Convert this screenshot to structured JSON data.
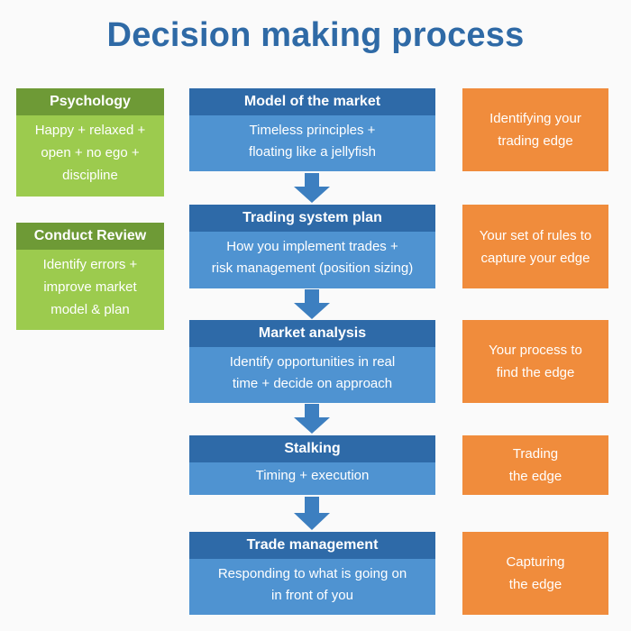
{
  "title": "Decision making process",
  "left": [
    {
      "heading": "Psychology",
      "lines": [
        "Happy + relaxed +",
        "open + no ego +",
        "discipline"
      ]
    },
    {
      "heading": "Conduct Review",
      "lines": [
        "Identify errors +",
        "improve market",
        "model & plan"
      ]
    }
  ],
  "steps": [
    {
      "heading": "Model of the market",
      "lines": [
        "Timeless principles +",
        "floating like a jellyfish"
      ]
    },
    {
      "heading": "Trading system plan",
      "lines": [
        "How you implement trades +",
        "risk management (position sizing)"
      ]
    },
    {
      "heading": "Market analysis",
      "lines": [
        "Identify opportunities in real",
        "time + decide on approach"
      ]
    },
    {
      "heading": "Stalking",
      "lines": [
        "Timing + execution"
      ]
    },
    {
      "heading": "Trade management",
      "lines": [
        "Responding to what is going on",
        "in front of you"
      ]
    }
  ],
  "right": [
    {
      "lines": [
        "Identifying your",
        "trading edge"
      ]
    },
    {
      "lines": [
        "Your set of rules to",
        "capture your edge"
      ]
    },
    {
      "lines": [
        "Your process to",
        "find the edge"
      ]
    },
    {
      "lines": [
        "Trading",
        "the edge"
      ]
    },
    {
      "lines": [
        "Capturing",
        "the edge"
      ]
    }
  ],
  "colors": {
    "title": "#2f6aa6",
    "blue_header": "#2e6aa8",
    "blue_body": "#4f93d1",
    "green_header": "#6e9a36",
    "green_body": "#9ccb4e",
    "orange": "#f08c3c"
  }
}
